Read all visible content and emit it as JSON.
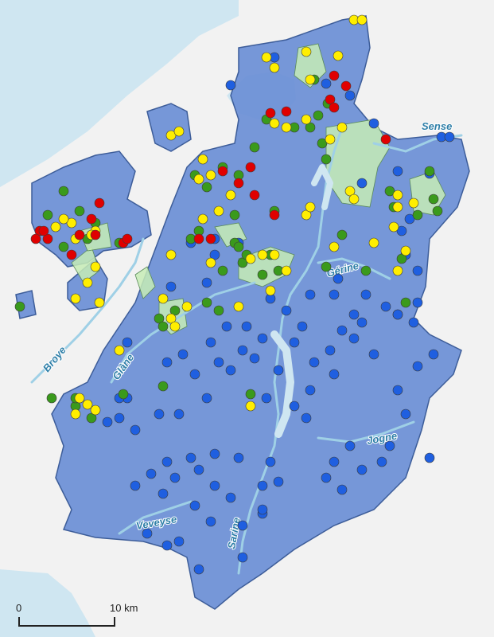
{
  "colors": {
    "water": "#cfe6f1",
    "land": "#eeeeee",
    "canton": "#6b8fd6",
    "canton_stroke": "#3d5d99",
    "light_zone": "#c7ecb6",
    "river": "#9fd0e6",
    "point_blue": "#1f5fe0",
    "point_green": "#3a9a1c",
    "point_yellow": "#ffee00",
    "point_red": "#e00000"
  },
  "rivers": [
    "Sense",
    "Broye",
    "Glâne",
    "Gérine",
    "Jogne",
    "Veveyse",
    "Sarine"
  ],
  "scale": {
    "start": "0",
    "end": "10 km"
  },
  "icons": {
    "points": "circle-marker-icon"
  }
}
